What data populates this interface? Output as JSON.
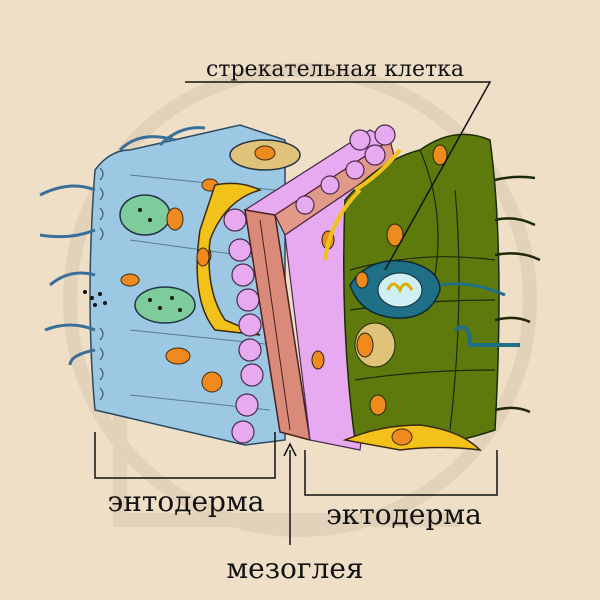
{
  "labels": {
    "cnidocyte": "стрекательная клетка",
    "endoderm": "энтодерма",
    "mesoglea": "мезоглея",
    "ectoderm": "эктодерма"
  },
  "colors": {
    "background": "#efdfc6",
    "endoderm": "#9cc8e4",
    "mesoglea": "#d98a78",
    "muscle_layer": "#e7a9ef",
    "ectoderm": "#5f7a0c",
    "nucleus": "#f08a1e",
    "nerve_cell": "#f2c21a",
    "cnidocyte": "#1f6f86"
  }
}
